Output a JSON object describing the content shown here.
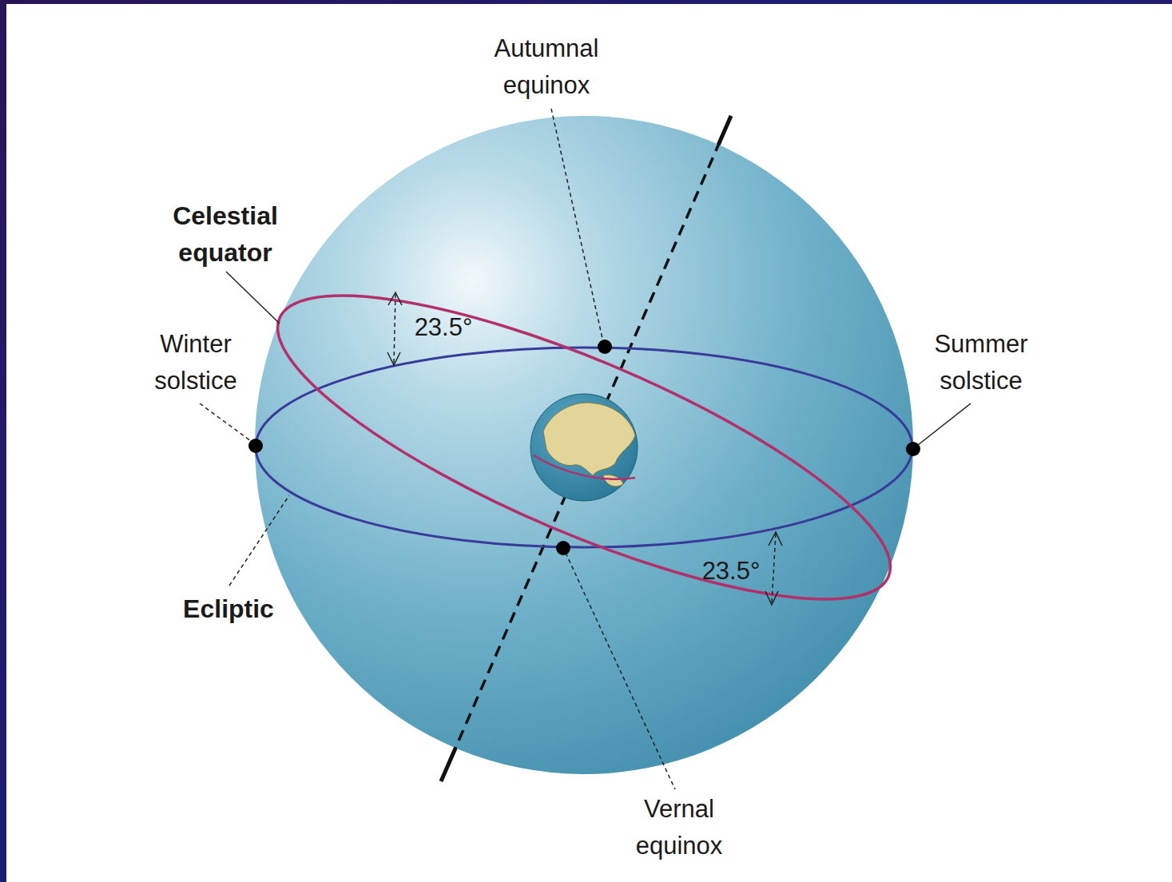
{
  "diagram": {
    "labels": [
      "Autumnal equinox",
      "Celestial equator",
      "Winter solstice",
      "Summer solstice",
      "23.5°",
      "23.5°",
      "Ecliptic",
      "Vernal equinox"
    ]
  }
}
